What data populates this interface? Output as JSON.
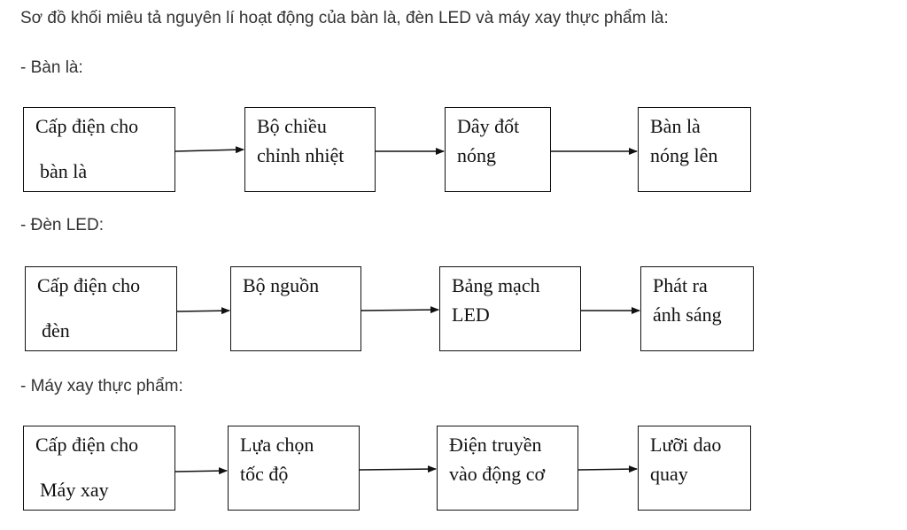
{
  "intro": "Sơ đồ khối miêu tả nguyên lí hoạt động của bàn là, đèn LED và máy xay thực phẩm là:",
  "rows": [
    {
      "label": "- Bàn là:",
      "boxes": [
        {
          "line1": "Cấp điện cho",
          "line2": "bàn là"
        },
        {
          "line1": "Bộ chiều",
          "line2": "chỉnh nhiệt"
        },
        {
          "line1": "Dây đốt",
          "line2": "nóng"
        },
        {
          "line1": "Bàn là",
          "line2": "nóng lên"
        }
      ]
    },
    {
      "label": "- Đèn LED:",
      "boxes": [
        {
          "line1": "Cấp điện cho",
          "line2": "đèn"
        },
        {
          "line1": "Bộ nguồn",
          "line2": ""
        },
        {
          "line1": "Bảng mạch",
          "line2": "LED"
        },
        {
          "line1": "Phát ra",
          "line2": "ánh sáng"
        }
      ]
    },
    {
      "label": "- Máy xay thực phẩm:",
      "boxes": [
        {
          "line1": "Cấp điện cho",
          "line2": "Máy xay"
        },
        {
          "line1": "Lựa chọn",
          "line2": "tốc độ"
        },
        {
          "line1": "Điện truyền",
          "line2": "vào động cơ"
        },
        {
          "line1": "Lưỡi dao",
          "line2": "quay"
        }
      ]
    }
  ]
}
